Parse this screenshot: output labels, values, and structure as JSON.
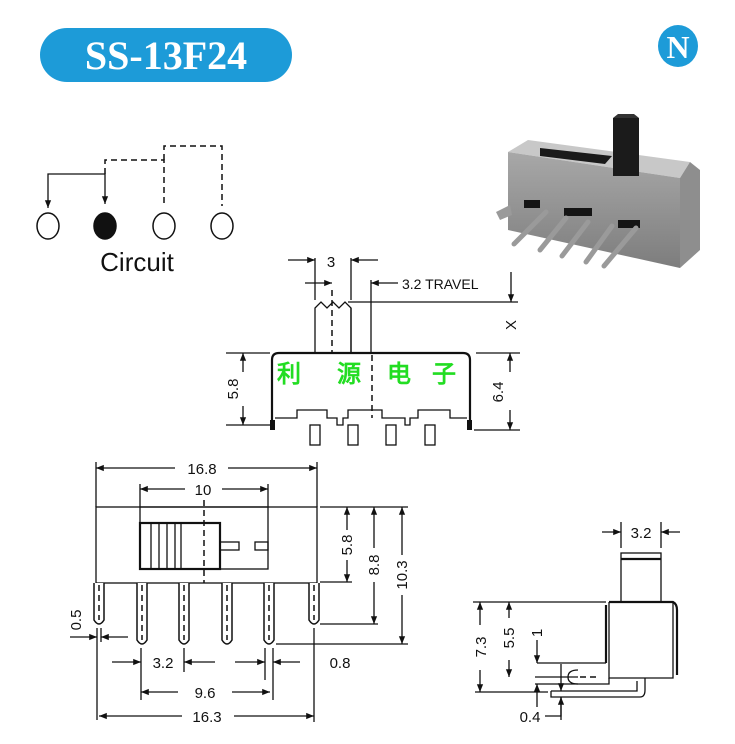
{
  "header": {
    "model": "SS-13F24",
    "logo_letter": "N",
    "accent_color": "#1d9bd8"
  },
  "circuit": {
    "label": "Circuit",
    "terminals": 4,
    "active_terminal": 2
  },
  "watermark": {
    "chars": [
      "利",
      "源",
      "电",
      "子"
    ],
    "color": "#22dd22"
  },
  "side_view": {
    "actuator_width": "3",
    "travel": "3.2 TRAVEL",
    "actuator_height": "X",
    "body_height_left": "5.8",
    "body_height_right": "6.4"
  },
  "front_view": {
    "overall_width": "16.8",
    "window_width": "10",
    "body_height": "5.8",
    "pin_height": "8.8",
    "total_height": "10.3",
    "pin_thickness": "0.5",
    "pin_pitch": "3.2",
    "pin_width": "0.8",
    "pin_span": "9.6",
    "pin_outer_span": "16.3"
  },
  "end_view": {
    "actuator_width": "3.2",
    "total_height": "7.3",
    "pin_offset": "5.5",
    "pin_gap": "1",
    "tab_thickness": "0.4"
  }
}
